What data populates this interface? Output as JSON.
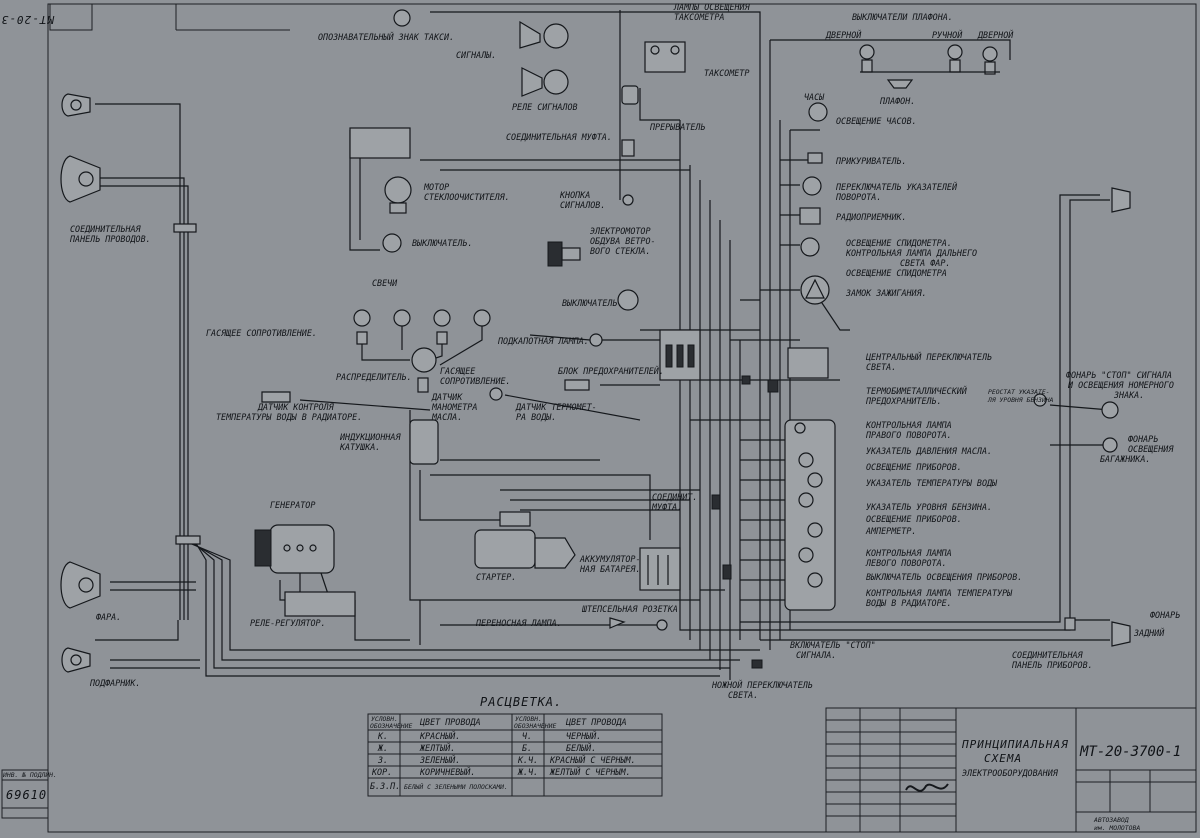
{
  "stamp_top": "МТ-20-3700-1",
  "components": {
    "taxi_sign": "ОПОЗНАВАТЕЛЬНЫЙ ЗНАК ТАКСИ.",
    "meter_lamps": [
      "ЛАМПЫ ОСВЕЩЕНИЯ",
      "ТАКСОМЕТРА"
    ],
    "taximeter": "ТАКСОМЕТР",
    "ceiling_switch": "ВЫКЛЮЧАТЕЛИ ПЛАФОНА.",
    "door_left": "ДВЕРНОЙ",
    "hand_switch": "РУЧНОЙ",
    "door_right": "ДВЕРНОЙ",
    "ceiling_lamp": "ПЛАФОН.",
    "horns": "СИГНАЛЫ.",
    "horn_relay": "РЕЛЕ СИГНАЛОВ",
    "coupling": "СОЕДИНИТЕЛЬНАЯ МУФТА.",
    "breaker": "ПРЕРЫВАТЕЛЬ",
    "wiper_motor": [
      "МОТОР",
      "СТЕКЛООЧИСТИТЕЛЯ."
    ],
    "horn_button": [
      "КНОПКА",
      "СИГНАЛОВ."
    ],
    "switch": "ВЫКЛЮЧАТЕЛЬ.",
    "connector_panel": [
      "СОЕДИНИТЕЛЬНАЯ",
      "ПАНЕЛЬ ПРОВОДОВ."
    ],
    "blower_motor": [
      "ЭЛЕКТРОМОТОР",
      "ОБДУВА ВЕТРО-",
      "ВОГО СТЕКЛА."
    ],
    "switch2": "ВЫКЛЮЧАТЕЛЬ.",
    "spark_plugs": "СВЕЧИ",
    "resistors": "ГАСЯЩЕЕ СОПРОТИВЛЕНИЕ.",
    "hood_lamp": "ПОДКАПОТНАЯ ЛАМПА.",
    "distributor": "РАСПРЕДЕЛИТЕЛЬ.",
    "resistor2": [
      "ГАСЯЩЕЕ",
      "СОПРОТИВЛЕНИЕ."
    ],
    "fuse_block": "БЛОК ПРЕДОХРАНИТЕЛЕЙ.",
    "temp_sensor_radiator": [
      "ДАТЧИК КОНТРОЛЯ",
      "ТЕМПЕРАТУРЫ ВОДЫ В РАДИАТОРЕ."
    ],
    "oil_sensor": [
      "ДАТЧИК",
      "МАНОМЕТРА",
      "МАСЛА."
    ],
    "water_temp_sensor": [
      "ДАТЧИК ТЕРМОМЕТ-",
      "РА ВОДЫ."
    ],
    "ignition_coil": [
      "ИНДУКЦИОННАЯ",
      "КАТУШКА."
    ],
    "generator": "ГЕНЕРАТОР",
    "starter": "СТАРТЕР.",
    "battery": [
      "АККУМУЛЯТОР-",
      "НАЯ БАТАРЕЯ."
    ],
    "coupling2": [
      "СОЕДИНИТ.",
      "МУФТА."
    ],
    "headlamp": "ФАРА.",
    "regulator": "РЕЛЕ-РЕГУЛЯТОР.",
    "side_lamp": "ПОДФАРНИК.",
    "service_lamp": "ПЕРЕНОСНАЯ ЛАМПА.",
    "plug_socket": "ШТЕПСЕЛЬНАЯ РОЗЕТКА",
    "stop_switch": [
      "ВКЛЮЧАТЕЛЬ \"СТОП\"",
      "СИГНАЛА."
    ],
    "foot_switch": [
      "НОЖНОЙ ПЕРЕКЛЮЧАТЕЛЬ",
      "СВЕТА."
    ],
    "panel_connector": [
      "СОЕДИНИТЕЛЬНАЯ",
      "ПАНЕЛЬ ПРИБОРОВ."
    ],
    "clock": "ЧАСЫ",
    "clock_light": "ОСВЕЩЕНИЕ ЧАСОВ.",
    "cigarette_lighter": "ПРИКУРИВАТЕЛЬ.",
    "turn_switch": [
      "ПЕРЕКЛЮЧАТЕЛЬ УКАЗАТЕЛЕЙ",
      "ПОВОРОТА."
    ],
    "radio": "РАДИОПРИЕМНИК.",
    "speedo_light": "ОСВЕЩЕНИЕ СПИДОМЕТРА.",
    "high_beam_lamp": [
      "КОНТРОЛЬНАЯ ЛАМПА ДАЛЬНЕГО",
      "СВЕТА ФАР."
    ],
    "speedo_light2": "ОСВЕЩЕНИЕ СПИДОМЕТРА",
    "ignition_lock": "ЗАМОК ЗАЖИГАНИЯ.",
    "central_switch": [
      "ЦЕНТРАЛЬНЫЙ ПЕРЕКЛЮЧАТЕЛЬ",
      "СВЕТА."
    ],
    "thermo_fuse": [
      "ТЕРМОБИМЕТАЛЛИЧЕСКИЙ",
      "ПРЕДОХРАНИТЕЛЬ."
    ],
    "fuel_rheostat": [
      "РЕОСТАТ УКАЗАТЕ-",
      "ЛЯ УРОВНЯ БЕНЗИНА"
    ],
    "right_turn": [
      "КОНТРОЛЬНАЯ ЛАМПА",
      "ПРАВОГО ПОВОРОТА."
    ],
    "oil_gauge": "УКАЗАТЕЛЬ ДАВЛЕНИЯ МАСЛА.",
    "instr_light": "ОСВЕЩЕНИЕ ПРИБОРОВ.",
    "temp_gauge": "УКАЗАТЕЛЬ ТЕМПЕРАТУРЫ ВОДЫ",
    "fuel_gauge": "УКАЗАТЕЛЬ УРОВНЯ БЕНЗИНА.",
    "instr_light2": [
      "ОСВЕЩЕНИЕ ПРИБОРОВ.",
      "АМПЕРМЕТР."
    ],
    "left_turn": [
      "КОНТРОЛЬНАЯ ЛАМПА",
      "ЛЕВОГО ПОВОРОТА."
    ],
    "instr_switch": "ВЫКЛЮЧАТЕЛЬ ОСВЕЩЕНИЯ ПРИБОРОВ.",
    "temp_lamp": [
      "КОНТРОЛЬНАЯ ЛАМПА ТЕМПЕРАТУРЫ",
      "ВОДЫ В РАДИАТОРЕ."
    ],
    "stop_lamp": [
      "ФОНАРЬ \"СТОП\" СИГНАЛА",
      "И ОСВЕЩЕНИЯ НОМЕРНОГО",
      "ЗНАКА."
    ],
    "trunk_lamp": [
      "ФОНАРЬ",
      "ОСВЕЩЕНИЯ",
      "БАГАЖНИКА."
    ],
    "tail_lamp": [
      "ФОНАРЬ",
      "ЗАДНИЙ"
    ]
  },
  "legend": {
    "title": "РАСЦВЕТКА.",
    "col_code": [
      "УСЛОВН.",
      "ОБОЗНАЧЕНИЕ"
    ],
    "col_color": "ЦВЕТ ПРОВОДА",
    "left": [
      {
        "code": "К.",
        "color": "КРАСНЫЙ."
      },
      {
        "code": "Ж.",
        "color": "ЖЕЛТЫЙ."
      },
      {
        "code": "З.",
        "color": "ЗЕЛЕНЫЙ."
      },
      {
        "code": "КОР.",
        "color": "КОРИЧНЕВЫЙ."
      },
      {
        "code": "Б.З.П.",
        "color": "БЕЛЫЙ С ЗЕЛЕНЫМИ ПОЛОСКАМИ."
      }
    ],
    "right": [
      {
        "code": "Ч.",
        "color": "ЧЕРНЫЙ."
      },
      {
        "code": "Б.",
        "color": "БЕЛЫЙ."
      },
      {
        "code": "К.Ч.",
        "color": "КРАСНЫЙ С ЧЕРНЫМ."
      },
      {
        "code": "Ж.Ч.",
        "color": "ЖЕЛТЫЙ С ЧЕРНЫМ."
      }
    ]
  },
  "title_block": {
    "title": [
      "ПРИНЦИПИАЛЬНАЯ",
      "СХЕМА",
      "ЭЛЕКТРООБОРУДОВАНИЯ"
    ],
    "number": "МТ-20-3700-1",
    "factory": [
      "АВТОЗАВОД",
      "им. МОЛОТОВА"
    ]
  },
  "archive": {
    "label": "ИНВ. № ПОДЛИН.",
    "number": "69610"
  }
}
